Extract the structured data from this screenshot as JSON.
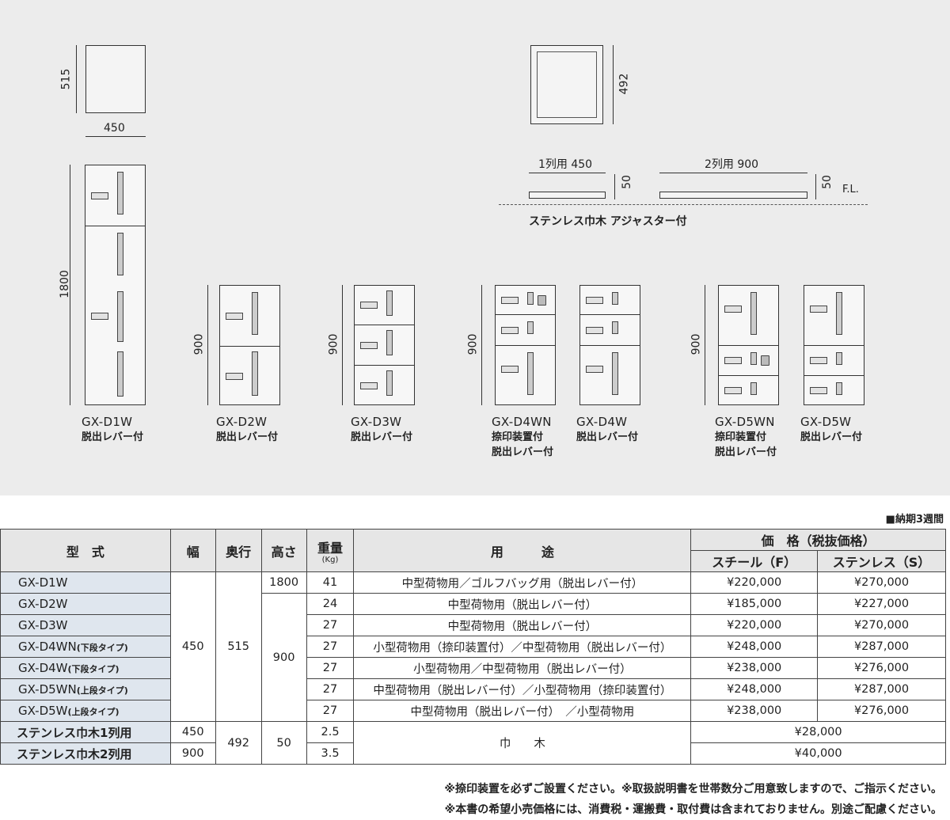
{
  "diagram": {
    "top_view": {
      "depth": "515",
      "width": "450"
    },
    "base_top_view": {
      "depth": "492"
    },
    "base_1": {
      "label": "1列用 450",
      "height": "50"
    },
    "base_2": {
      "label": "2列用 900",
      "height": "50"
    },
    "floor_level": "F.L.",
    "base_caption": "ステンレス巾木 アジャスター付",
    "lockers": [
      {
        "code": "GX-D1W",
        "notes": [
          "脱出レバー付"
        ],
        "height": "1800"
      },
      {
        "code": "GX-D2W",
        "notes": [
          "脱出レバー付"
        ],
        "height": "900"
      },
      {
        "code": "GX-D3W",
        "notes": [
          "脱出レバー付"
        ],
        "height": "900"
      },
      {
        "code": "GX-D4WN",
        "notes": [
          "捺印装置付",
          "脱出レバー付"
        ],
        "height": "900"
      },
      {
        "code": "GX-D4W",
        "notes": [
          "脱出レバー付"
        ]
      },
      {
        "code": "GX-D5WN",
        "notes": [
          "捺印装置付",
          "脱出レバー付"
        ],
        "height": "900"
      },
      {
        "code": "GX-D5W",
        "notes": [
          "脱出レバー付"
        ]
      }
    ]
  },
  "delivery_note": "■納期3週間",
  "table": {
    "headers": {
      "model": "型　式",
      "width": "幅",
      "depth": "奥行",
      "height": "高さ",
      "weight": "重量",
      "weight_unit": "(Kg)",
      "use": "用　　　途",
      "price": "価　格（税抜価格）",
      "steel": "スチール（F）",
      "stainless": "ステンレス（S）"
    },
    "shared": {
      "width": "450",
      "depth": "515",
      "height_d1": "1800",
      "height_rest": "900",
      "base_depth": "492",
      "base_height": "50",
      "base_use": "巾　　木"
    },
    "rows": [
      {
        "model": "GX-D1W",
        "type": "",
        "weight": "41",
        "use": "中型荷物用／ゴルフバッグ用（脱出レバー付）",
        "steel": "¥220,000",
        "stainless": "¥270,000"
      },
      {
        "model": "GX-D2W",
        "type": "",
        "weight": "24",
        "use": "中型荷物用（脱出レバー付）",
        "steel": "¥185,000",
        "stainless": "¥227,000"
      },
      {
        "model": "GX-D3W",
        "type": "",
        "weight": "27",
        "use": "中型荷物用（脱出レバー付）",
        "steel": "¥220,000",
        "stainless": "¥270,000"
      },
      {
        "model": "GX-D4WN",
        "type": "(下段タイプ)",
        "weight": "27",
        "use": "小型荷物用（捺印装置付）／中型荷物用（脱出レバー付）",
        "steel": "¥248,000",
        "stainless": "¥287,000"
      },
      {
        "model": "GX-D4W",
        "type": "(下段タイプ)",
        "weight": "27",
        "use": "小型荷物用／中型荷物用（脱出レバー付）",
        "steel": "¥238,000",
        "stainless": "¥276,000"
      },
      {
        "model": "GX-D5WN",
        "type": "(上段タイプ)",
        "weight": "27",
        "use": "中型荷物用（脱出レバー付）／小型荷物用（捺印装置付）",
        "steel": "¥248,000",
        "stainless": "¥287,000"
      },
      {
        "model": "GX-D5W",
        "type": "(上段タイプ)",
        "weight": "27",
        "use": "中型荷物用（脱出レバー付）　／小型荷物用",
        "steel": "¥238,000",
        "stainless": "¥276,000"
      }
    ],
    "base_rows": [
      {
        "model": "ステンレス巾木1列用",
        "width": "450",
        "weight": "2.5",
        "price": "¥28,000"
      },
      {
        "model": "ステンレス巾木2列用",
        "width": "900",
        "weight": "3.5",
        "price": "¥40,000"
      }
    ]
  },
  "notes": [
    "※捺印装置を必ずご設置ください。※取扱説明書を世帯数分ご用意致しますので、ご指示ください。",
    "※本書の希望小売価格には、消費税・運搬費・取付費は含まれておりません。別途ご配慮ください。"
  ]
}
